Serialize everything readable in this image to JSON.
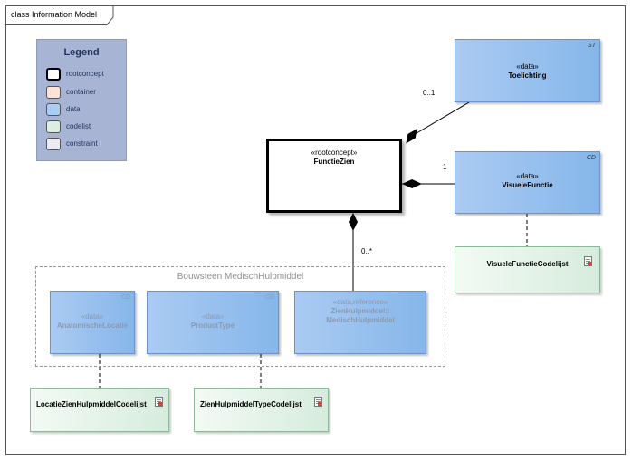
{
  "frame": {
    "title": "class Information Model"
  },
  "legend": {
    "title": "Legend",
    "items": [
      {
        "label": "rootconcept",
        "color": "#ffffff"
      },
      {
        "label": "container",
        "color": "#fbe4d6"
      },
      {
        "label": "data",
        "color": "#a9cdf5"
      },
      {
        "label": "codelist",
        "color": "#dbeee0"
      },
      {
        "label": "constraint",
        "color": "#ebebf5"
      }
    ]
  },
  "classes": {
    "toelichting": {
      "stereotype": "«data»",
      "name": "Toelichting",
      "tag": "ST"
    },
    "functiezien": {
      "stereotype": "«rootconcept»",
      "name": "FunctieZien"
    },
    "visuelefunctie": {
      "stereotype": "«data»",
      "name": "VisueleFunctie",
      "tag": "CD"
    },
    "visuelefunctiecodelijst": {
      "name": "VisueleFunctieCodelijst"
    },
    "anatomischelocatie": {
      "stereotype": "«data»",
      "name": "AnatomischeLocatie",
      "tag": "CD"
    },
    "producttype": {
      "stereotype": "«data»",
      "name": "ProductType",
      "tag": "CD"
    },
    "medischhulpmiddel": {
      "stereotype": "«data,reference»",
      "name_line1": "ZienHulpmiddel::",
      "name_line2": "MedischHulpmiddel"
    },
    "locatiecodelijst": {
      "name": "LocatieZienHulpmiddelCodelijst"
    },
    "typecodelijst": {
      "name": "ZienHulpmiddelTypeCodelijst"
    }
  },
  "group": {
    "title": "Bouwsteen MedischHulpmiddel"
  },
  "multiplicities": {
    "toelichting": "0..1",
    "visuelefunctie": "1",
    "medischhulpmiddel": "0..*"
  }
}
